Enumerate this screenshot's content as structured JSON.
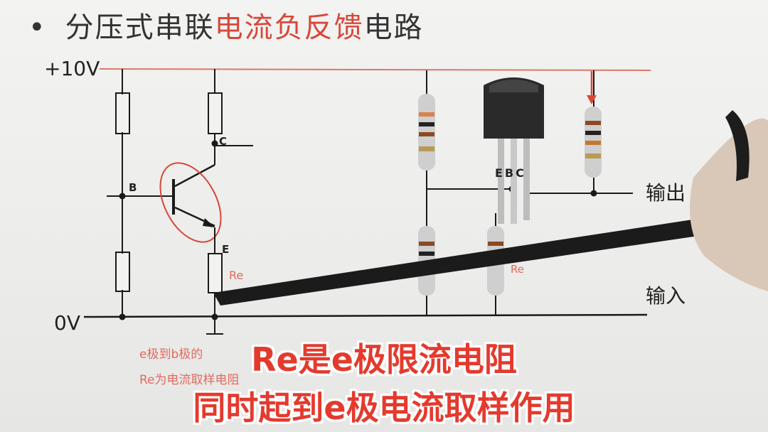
{
  "slide": {
    "bullet": "•",
    "title_black_1": "分压式串联",
    "title_red": "电流负反馈",
    "title_black_2": "电路"
  },
  "schematic": {
    "vcc_label": "+10V",
    "gnd_label": "0V",
    "pin_b": "B",
    "pin_c": "C",
    "pin_e": "E",
    "re_label": "Re",
    "note_line1": "e极到b极的",
    "note_line2": "Re为电流取样电阻"
  },
  "breadboard": {
    "pins_label": "EBC",
    "output_label": "输出",
    "input_label": "输入",
    "re_partial": "Re"
  },
  "subtitles": {
    "line1": "Re是e极限流电阻",
    "line2": "同时起到e极电流取样作用"
  },
  "colors": {
    "accent_red": "#d8473a",
    "subtitle_red": "#e43a2e",
    "wire": "#1a1a1a"
  }
}
